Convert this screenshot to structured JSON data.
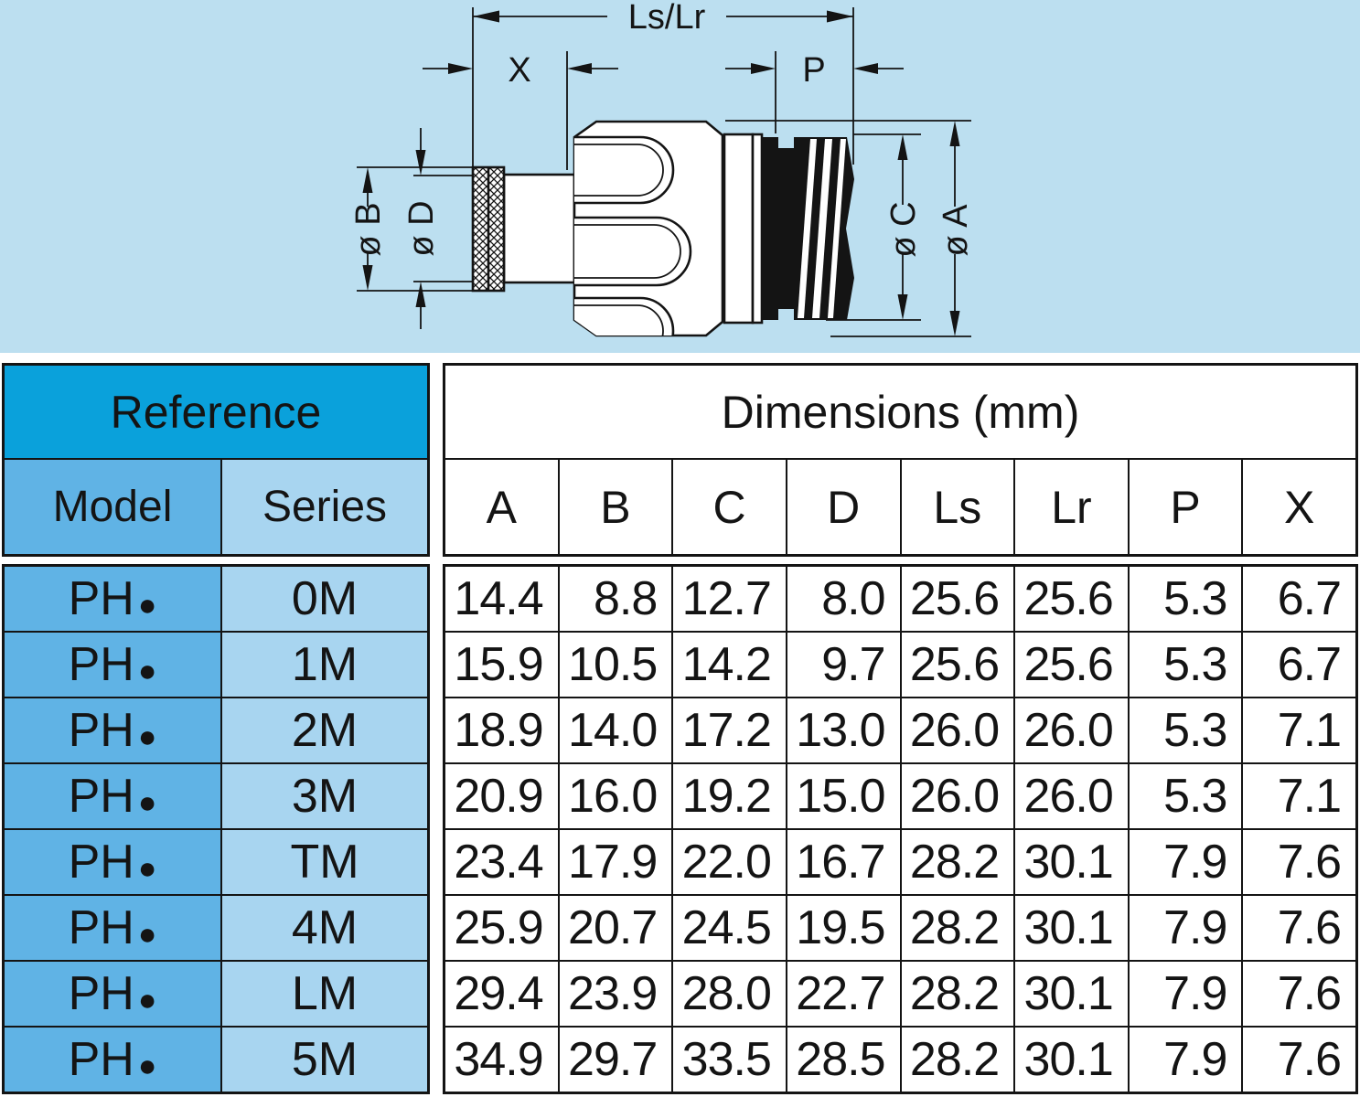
{
  "drawing": {
    "description": "side-view technical drawing of push-pull circular connector plug with knurled ring, scalloped grip and threaded rear",
    "labels": {
      "length_label": "Ls/Lr",
      "x_label": "X",
      "p_label": "P",
      "dia_b_label": "ø B",
      "dia_d_label": "ø D",
      "dia_c_label": "ø C",
      "dia_a_label": "ø A"
    }
  },
  "table": {
    "reference_header": "Reference",
    "dimensions_header": "Dimensions (mm)",
    "model_header": "Model",
    "series_header": "Series",
    "dim_columns": [
      "A",
      "B",
      "C",
      "D",
      "Ls",
      "Lr",
      "P",
      "X"
    ],
    "model_prefix": "PH",
    "model_bullet": "●",
    "rows": [
      {
        "series": "0M",
        "dims": [
          "14.4",
          "8.8",
          "12.7",
          "8.0",
          "25.6",
          "25.6",
          "5.3",
          "6.7"
        ]
      },
      {
        "series": "1M",
        "dims": [
          "15.9",
          "10.5",
          "14.2",
          "9.7",
          "25.6",
          "25.6",
          "5.3",
          "6.7"
        ]
      },
      {
        "series": "2M",
        "dims": [
          "18.9",
          "14.0",
          "17.2",
          "13.0",
          "26.0",
          "26.0",
          "5.3",
          "7.1"
        ]
      },
      {
        "series": "3M",
        "dims": [
          "20.9",
          "16.0",
          "19.2",
          "15.0",
          "26.0",
          "26.0",
          "5.3",
          "7.1"
        ]
      },
      {
        "series": "TM",
        "dims": [
          "23.4",
          "17.9",
          "22.0",
          "16.7",
          "28.2",
          "30.1",
          "7.9",
          "7.6"
        ]
      },
      {
        "series": "4M",
        "dims": [
          "25.9",
          "20.7",
          "24.5",
          "19.5",
          "28.2",
          "30.1",
          "7.9",
          "7.6"
        ]
      },
      {
        "series": "LM",
        "dims": [
          "29.4",
          "23.9",
          "28.0",
          "22.7",
          "28.2",
          "30.1",
          "7.9",
          "7.6"
        ]
      },
      {
        "series": "5M",
        "dims": [
          "34.9",
          "29.7",
          "33.5",
          "28.5",
          "28.2",
          "30.1",
          "7.9",
          "7.6"
        ]
      }
    ]
  },
  "colors": {
    "canvas_blue": "#BCDFF0",
    "header_cyan": "#0AA1DB",
    "model_blue": "#60B3E5",
    "series_blue": "#A8D5F0",
    "line_black": "#141414"
  }
}
